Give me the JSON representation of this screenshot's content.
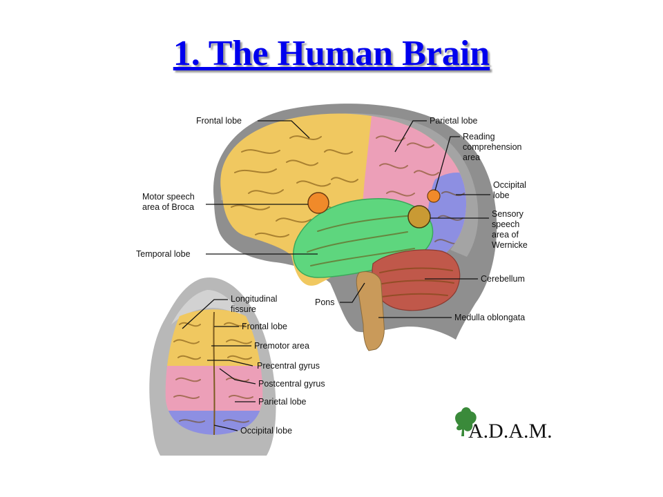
{
  "slide": {
    "title": "1. The Human Brain"
  },
  "colors": {
    "frontal": "#f0c860",
    "parietal": "#ec9fb8",
    "occipital": "#8d8fe2",
    "temporal": "#5ed67e",
    "cerebellum": "#c0584a",
    "speech_area": "#f08a2a",
    "wernicke": "#c99a34",
    "head_shadow": "#909090",
    "title": "#0000ee"
  },
  "side_view_labels": {
    "frontal_lobe": "Frontal lobe",
    "parietal_lobe": "Parietal lobe",
    "reading_line1": "Reading",
    "reading_line2": "comprehension",
    "reading_line3": "area",
    "occipital_line1": "Occipital",
    "occipital_line2": "lobe",
    "broca_line1": "Motor speech",
    "broca_line2": "area of Broca",
    "wernicke_line1": "Sensory",
    "wernicke_line2": "speech",
    "wernicke_line3": "area of",
    "wernicke_line4": "Wernicke",
    "temporal_lobe": "Temporal lobe",
    "cerebellum": "Cerebellum",
    "pons": "Pons",
    "medulla": "Medulla oblongata"
  },
  "top_view_labels": {
    "longitudinal_line1": "Longitudinal",
    "longitudinal_line2": "fissure",
    "frontal_lobe": "Frontal lobe",
    "premotor_area": "Premotor area",
    "precentral_gyrus": "Precentral gyrus",
    "postcentral_gyrus": "Postcentral gyrus",
    "parietal_lobe": "Parietal lobe",
    "occipital_lobe": "Occipital lobe"
  },
  "logo": {
    "text": "A.D.A.M."
  }
}
